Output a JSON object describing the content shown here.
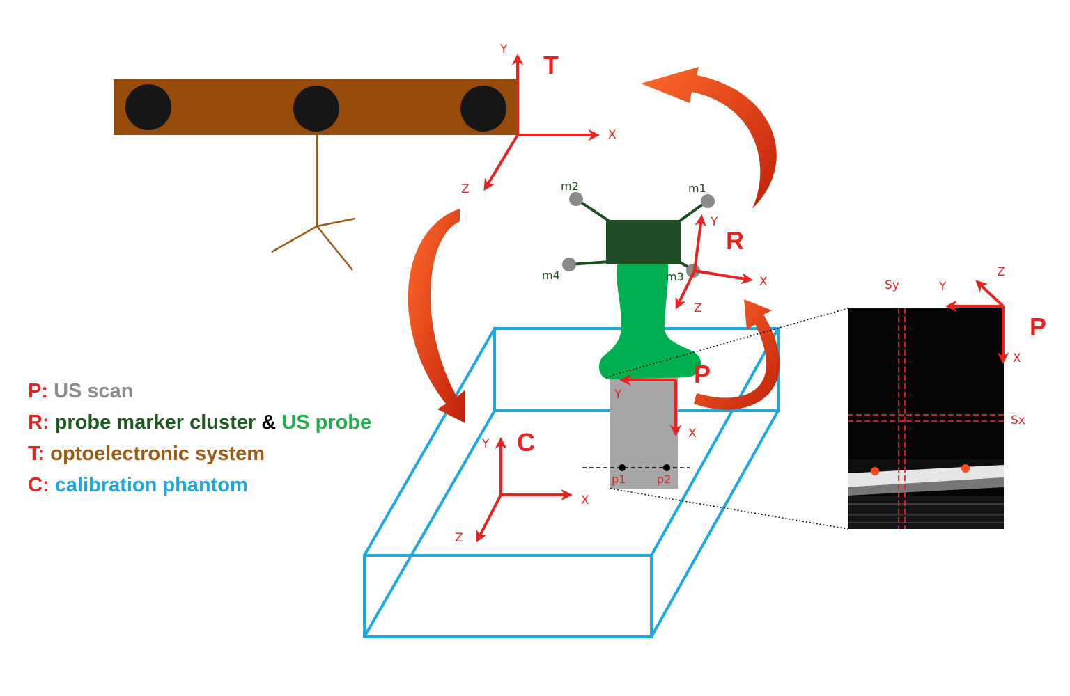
{
  "frames": {
    "T": {
      "label": "T",
      "x": "X",
      "y": "Y",
      "z": "Z"
    },
    "R": {
      "label": "R",
      "x": "X",
      "y": "Y",
      "z": "Z"
    },
    "C": {
      "label": "C",
      "x": "X",
      "y": "Y",
      "z": "Z"
    },
    "P_probe": {
      "label": "P",
      "x": "X",
      "y": "Y"
    },
    "P_scan": {
      "label": "P",
      "x": "X",
      "y": "Y",
      "z": "Z"
    }
  },
  "markers": [
    "m1",
    "m2",
    "m3",
    "m4"
  ],
  "points": [
    "p1",
    "p2"
  ],
  "scan_lines": {
    "sx": "Sx",
    "sy": "Sy"
  },
  "legend": [
    {
      "key": "P:",
      "parts": [
        {
          "text": "US scan",
          "color": "#8c8c8c"
        }
      ]
    },
    {
      "key": "R:",
      "parts": [
        {
          "text": "probe marker cluster",
          "color": "#1e5c1e"
        },
        {
          "text": " & ",
          "color": "#000000"
        },
        {
          "text": "US probe",
          "color": "#1fb04b"
        }
      ]
    },
    {
      "key": "T:",
      "parts": [
        {
          "text": "optoelectronic system",
          "color": "#9c5a14"
        }
      ]
    },
    {
      "key": "C:",
      "parts": [
        {
          "text": "calibration phantom",
          "color": "#1aa9e0"
        }
      ]
    }
  ],
  "colors": {
    "axis": "#e8231f",
    "camera_bar": "#964b0a",
    "tripod": "#9c5a14",
    "probe": "#00b050",
    "marker_cluster": "#1e4d24",
    "phantom": "#1aa9e0",
    "scan_plane": "#a6a6a6"
  }
}
